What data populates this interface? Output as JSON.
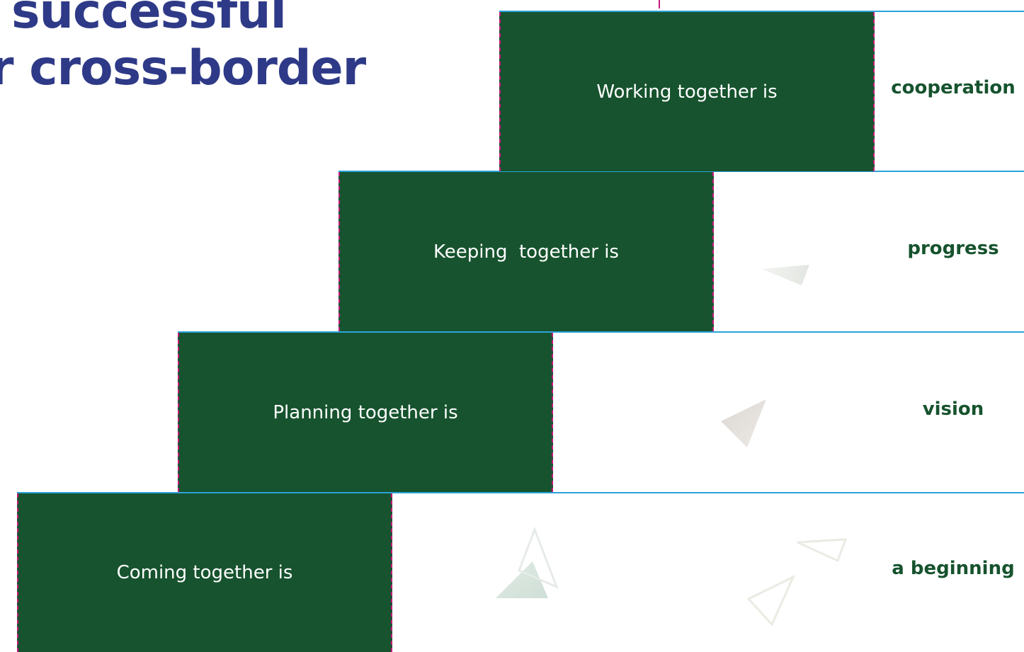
{
  "colors": {
    "title": "#2e3a87",
    "step_fill": "#16532e",
    "step_dashed_border": "#c2187a",
    "rule_line": "#2ba3d8",
    "keyword": "#16532e",
    "step_text": "#ffffff"
  },
  "title": {
    "line1": "successful",
    "line2": "r cross-border"
  },
  "steps": [
    {
      "label": "Working together is",
      "keyword": "cooperation"
    },
    {
      "label": "Keeping  together is",
      "keyword": "progress"
    },
    {
      "label": "Planning together is",
      "keyword": "vision"
    },
    {
      "label": "Coming together is",
      "keyword": "a beginning"
    }
  ],
  "decorations": [
    "triangle-shape",
    "triangle-shape",
    "triangle-outline",
    "triangle-outline",
    "triangle-outline",
    "triangle-outline"
  ]
}
